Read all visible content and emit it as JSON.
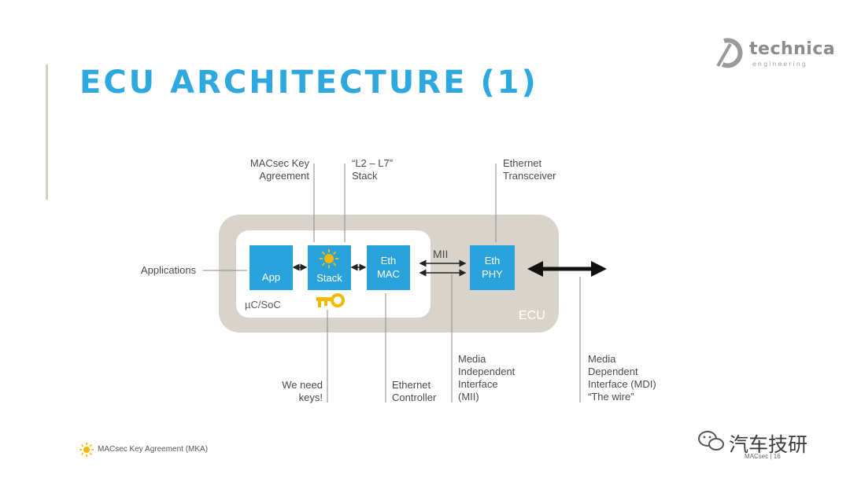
{
  "slide": {
    "title": "ECU ARCHITECTURE (1)",
    "logo": {
      "name": "technica",
      "sub": "engineering"
    }
  },
  "diagram": {
    "ecu_label": "ECU",
    "soc_label": "µC/SoC",
    "app_box": "App",
    "stack_box": "Stack",
    "mac_box": {
      "line1": "Eth",
      "line2": "MAC"
    },
    "phy_box": {
      "line1": "Eth",
      "line2": "PHY"
    },
    "mii_label": "MII",
    "annotations": {
      "macsec_key_agreement": [
        "MACsec Key",
        "Agreement"
      ],
      "l2_l7_stack": [
        "“L2 – L7”",
        "Stack"
      ],
      "ethernet_transceiver": [
        "Ethernet",
        "Transceiver"
      ],
      "applications": "Applications",
      "we_need_keys": [
        "We need",
        "keys!"
      ],
      "ethernet_controller": [
        "Ethernet",
        "Controller"
      ],
      "mii": [
        "Media",
        "Independent",
        "Interface",
        "(MII)"
      ],
      "mdi": [
        "Media",
        "Dependent",
        "Interface (MDI)",
        "“The wire”"
      ]
    },
    "colors": {
      "box": "#2aa3dc",
      "ecu": "#d8d4cc",
      "sun": "#f5b800",
      "key": "#f5b800"
    },
    "icons": [
      "sun-icon",
      "key-icon"
    ]
  },
  "footer": {
    "note": "MACsec Key Agreement (MKA)",
    "page": "MACsec  |  16",
    "watermark": "汽车技研"
  }
}
